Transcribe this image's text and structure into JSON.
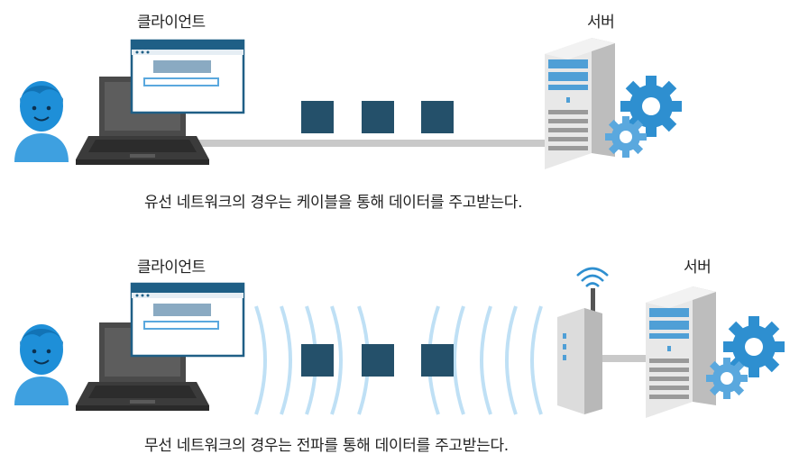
{
  "wired": {
    "client_label": "클라이언트",
    "server_label": "서버",
    "caption": "유선 네트워크의 경우는 케이블을 통해 데이터를 주고받는다."
  },
  "wireless": {
    "client_label": "클라이언트",
    "server_label": "서버",
    "caption": "무선 네트워크의 경우는 전파를 통해 데이터를 주고받는다."
  },
  "colors": {
    "skin": "#1e8fd8",
    "body": "#3ea0e0",
    "laptop": "#4a4a4a",
    "packet": "#24506a",
    "server": "#d7d7d7",
    "gear": "#2e8fd0",
    "wave": "#bfe0f5"
  }
}
